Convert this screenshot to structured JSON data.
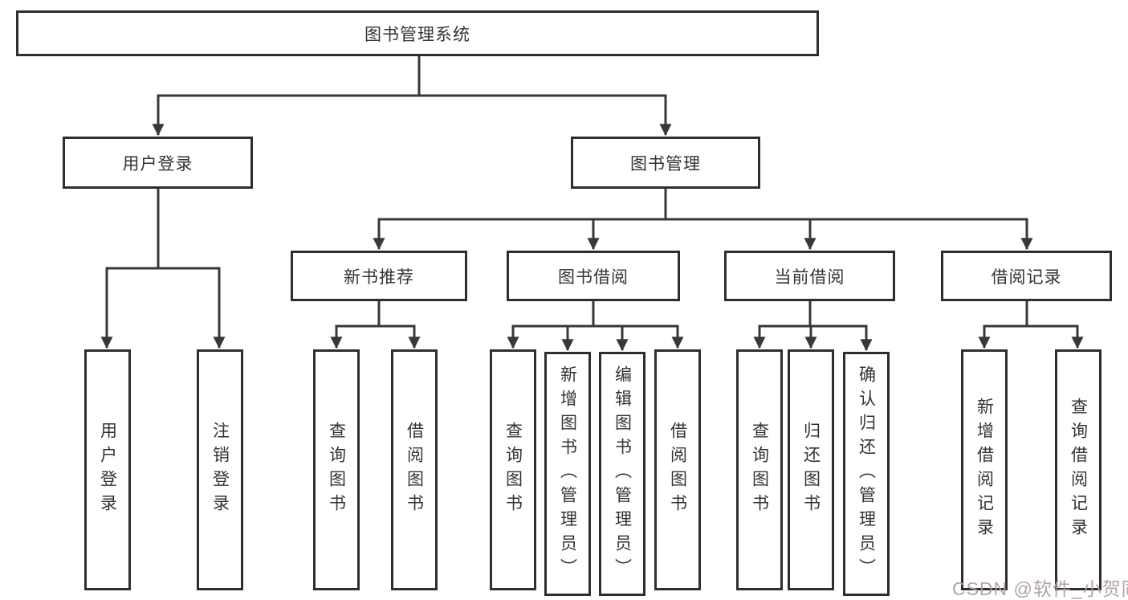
{
  "diagram": {
    "root": {
      "label": "图书管理系统"
    },
    "level2": [
      {
        "label": "用户登录"
      },
      {
        "label": "图书管理"
      }
    ],
    "level3": [
      {
        "label": "新书推荐"
      },
      {
        "label": "图书借阅"
      },
      {
        "label": "当前借阅"
      },
      {
        "label": "借阅记录"
      }
    ],
    "leaves": {
      "user_login": [
        {
          "label": "用户登录"
        },
        {
          "label": "注销登录"
        }
      ],
      "new_book_recommend": [
        {
          "label": "查询图书"
        },
        {
          "label": "借阅图书"
        }
      ],
      "book_borrow": [
        {
          "label": "查询图书"
        },
        {
          "label": "新增图书（管理员）"
        },
        {
          "label": "编辑图书（管理员）"
        },
        {
          "label": "借阅图书"
        }
      ],
      "current_borrow": [
        {
          "label": "查询图书"
        },
        {
          "label": "归还图书"
        },
        {
          "label": "确认归还（管理员）"
        }
      ],
      "borrow_records": [
        {
          "label": "新增借阅记录"
        },
        {
          "label": "查询借阅记录"
        }
      ]
    }
  },
  "watermark": {
    "text": "CSDN @软件_小贺同学"
  },
  "colors": {
    "line": "#383838",
    "box_border": "#2e2e2e",
    "text": "#333333",
    "background": "#ffffff",
    "watermark": "#b29e9e"
  }
}
